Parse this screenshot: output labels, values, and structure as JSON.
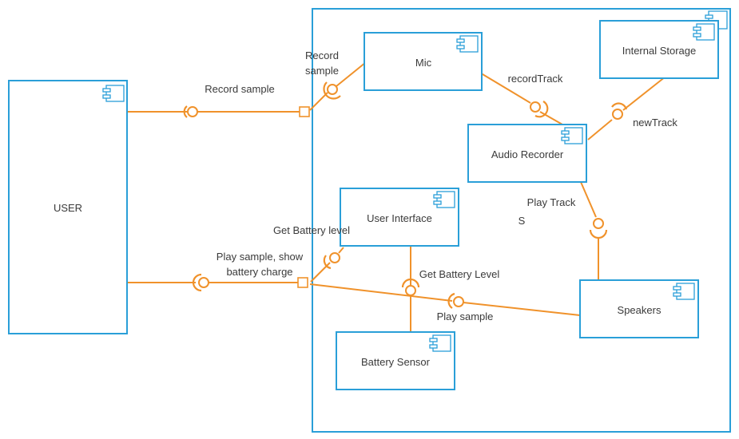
{
  "components": {
    "user": "USER",
    "mic": "Mic",
    "internal_storage": "Internal Storage",
    "audio_recorder": "Audio Recorder",
    "user_interface": "User Interface",
    "speakers": "Speakers",
    "battery_sensor": "Battery Sensor"
  },
  "interfaces": {
    "record_sample": "Record sample",
    "record_sample_port_line1": "Record",
    "record_sample_port_line2": "sample",
    "record_track": "recordTrack",
    "new_track": "newTrack",
    "play_track": "Play Track",
    "stray_letter": "S",
    "get_battery_level_ui": "Get Battery level",
    "play_sample_show_line1": "Play sample, show",
    "play_sample_show_line2": "battery charge",
    "get_battery_level_sensor": "Get Battery Level",
    "play_sample": "Play sample"
  },
  "colors": {
    "component_border": "#2a9fd8",
    "connector": "#f0922b",
    "text": "#3a3a3a"
  }
}
